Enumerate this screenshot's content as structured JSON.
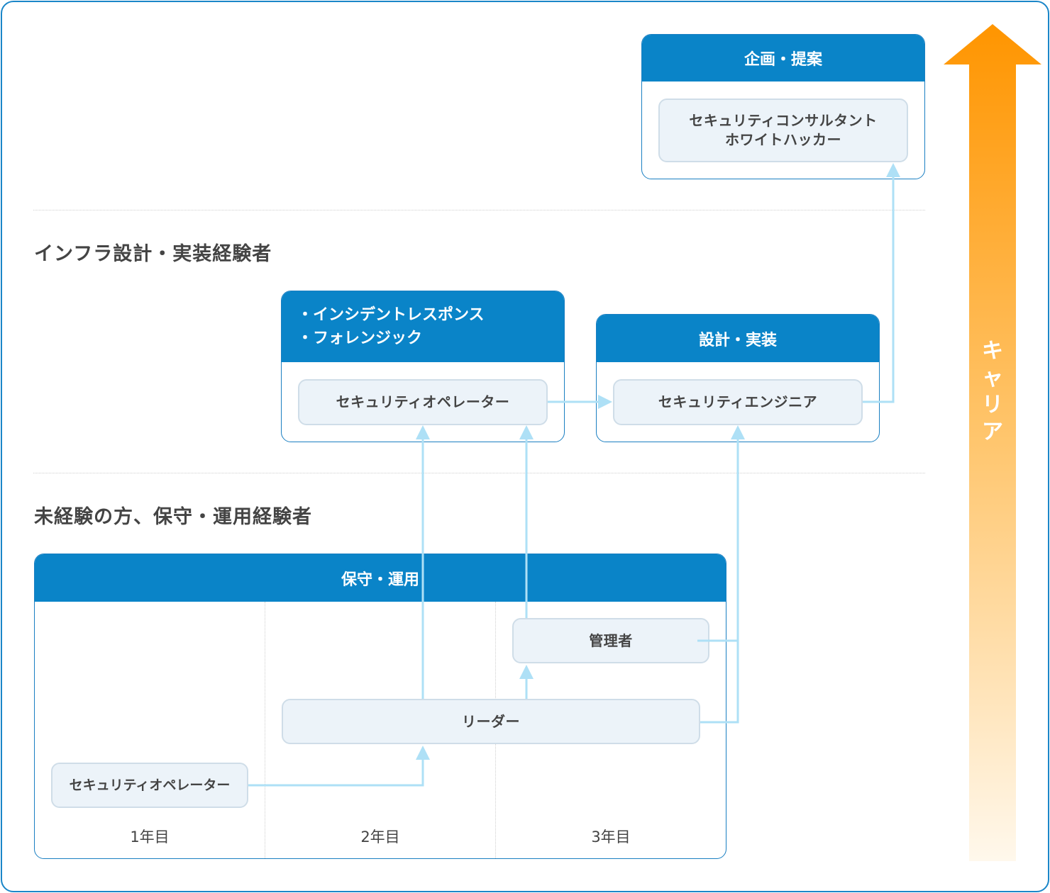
{
  "levels": {
    "infra": "インフラ設計・実装経験者",
    "beginner": "未経験の方、保守・運用経験者"
  },
  "panels": {
    "planning": {
      "title": "企画・提案",
      "role_line1": "セキュリティコンサルタント",
      "role_line2": "ホワイトハッカー"
    },
    "incident": {
      "title_line1": "・インシデントレスポンス",
      "title_line2": "・フォレンジック",
      "role": "セキュリティオペレーター"
    },
    "design": {
      "title": "設計・実装",
      "role": "セキュリティエンジニア"
    },
    "operation": {
      "title": "保守・運用",
      "role_manager": "管理者",
      "role_leader": "リーダー",
      "role_operator": "セキュリティオペレーター",
      "years": [
        "1年目",
        "2年目",
        "3年目"
      ]
    }
  },
  "career_label": "キャリア",
  "colors": {
    "panel_header": "#0a84c8",
    "connector": "#aee0f6",
    "arrow_top": "#ff9500",
    "arrow_bottom": "#fff8ec"
  }
}
